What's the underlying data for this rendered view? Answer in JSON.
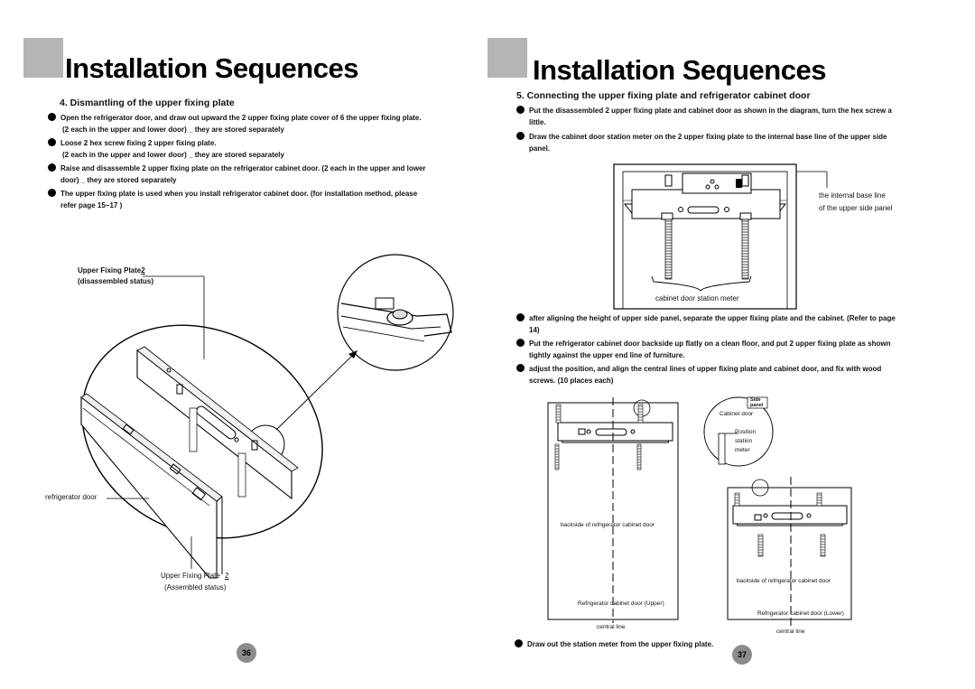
{
  "left": {
    "title": "Installation Sequences",
    "section": "4.  Dismantling of the upper fixing plate",
    "bullets": [
      {
        "line1": "Open the refrigerator door, and draw out upward the 2 upper fixing plate cover of 6 the upper fixing plate.",
        "line2": "(2 each in the upper and lower door) _ they are stored separately"
      },
      {
        "line1": "Loose 2 hex screw fixing 2 upper fixing plate.",
        "line2": "(2 each in the upper and lower door) _ they are stored separately"
      },
      {
        "line1": "Raise and disassemble 2 upper fixing plate on the refrigerator cabinet door. (2 each in the upper and lower",
        "line2": "door) _ they are stored separately"
      },
      {
        "line1": "The upper fixing plate is used when you install refrigerator cabinet door. (for installation method, please",
        "line2": "refer page 15~17 )"
      }
    ],
    "labels": {
      "plate_disassembled_1": "Upper Fixing Plate",
      "plate_disassembled_num": "2",
      "plate_disassembled_2": "(disassembled status)",
      "refrigerator_door": "refrigerator door",
      "plate_assembled_1": "Upper Fixing Plate",
      "plate_assembled_num": "2",
      "plate_assembled_2": "(Assembled status)"
    },
    "page_number": "36"
  },
  "right": {
    "title": "Installation Sequences",
    "section": "5.  Connecting the upper fixing plate and refrigerator cabinet door",
    "bullets_top": [
      {
        "line1": "Put the disassembled  2  upper fixing plate and cabinet door as shown in the diagram, turn the hex screw a",
        "line2": "little."
      },
      {
        "line1": "Draw the cabinet door station meter on the  2  upper fixing plate to the internal base line of the upper side",
        "line2": "panel."
      }
    ],
    "diagram1": {
      "base_line_1": "the internal base line",
      "base_line_2": "of the upper side panel",
      "station_meter": "cabinet door station meter"
    },
    "bullets_mid": [
      {
        "line1": "after aligning the height of upper side panel, separate the upper fixing plate and the cabinet. (Refer to page",
        "line2": "14)"
      },
      {
        "line1": "Put the refrigerator cabinet door backside up flatly on a clean floor, and put 2  upper fixing plate as shown",
        "line2": "tightly against the upper end line of furniture."
      },
      {
        "line1": "adjust the position, and align the central lines of upper fixing plate and cabinet door, and fix with wood",
        "line2": "screws. (10 places each)"
      }
    ],
    "diagram2": {
      "side_panel_1": "Side",
      "side_panel_2": "panel",
      "cabinet_door": "Cabinet door",
      "position_1": "Position",
      "position_2": "station",
      "position_3": "meter",
      "backside_upper": "backside of refrigerator cabinet door",
      "door_upper": "Refrigerator cabinet door (Upper)",
      "central_line_1": "central line",
      "backside_lower": "backside of refrigerator cabinet door",
      "door_lower": "Refrigerator cabinet door (Lower)",
      "central_line_2": "central line"
    },
    "bullet_bottom": "Draw out the station meter from the upper fixing plate.",
    "page_number": "37"
  },
  "colors": {
    "title_box": "#b4b4b4",
    "page_badge": "#8c8c8c"
  }
}
